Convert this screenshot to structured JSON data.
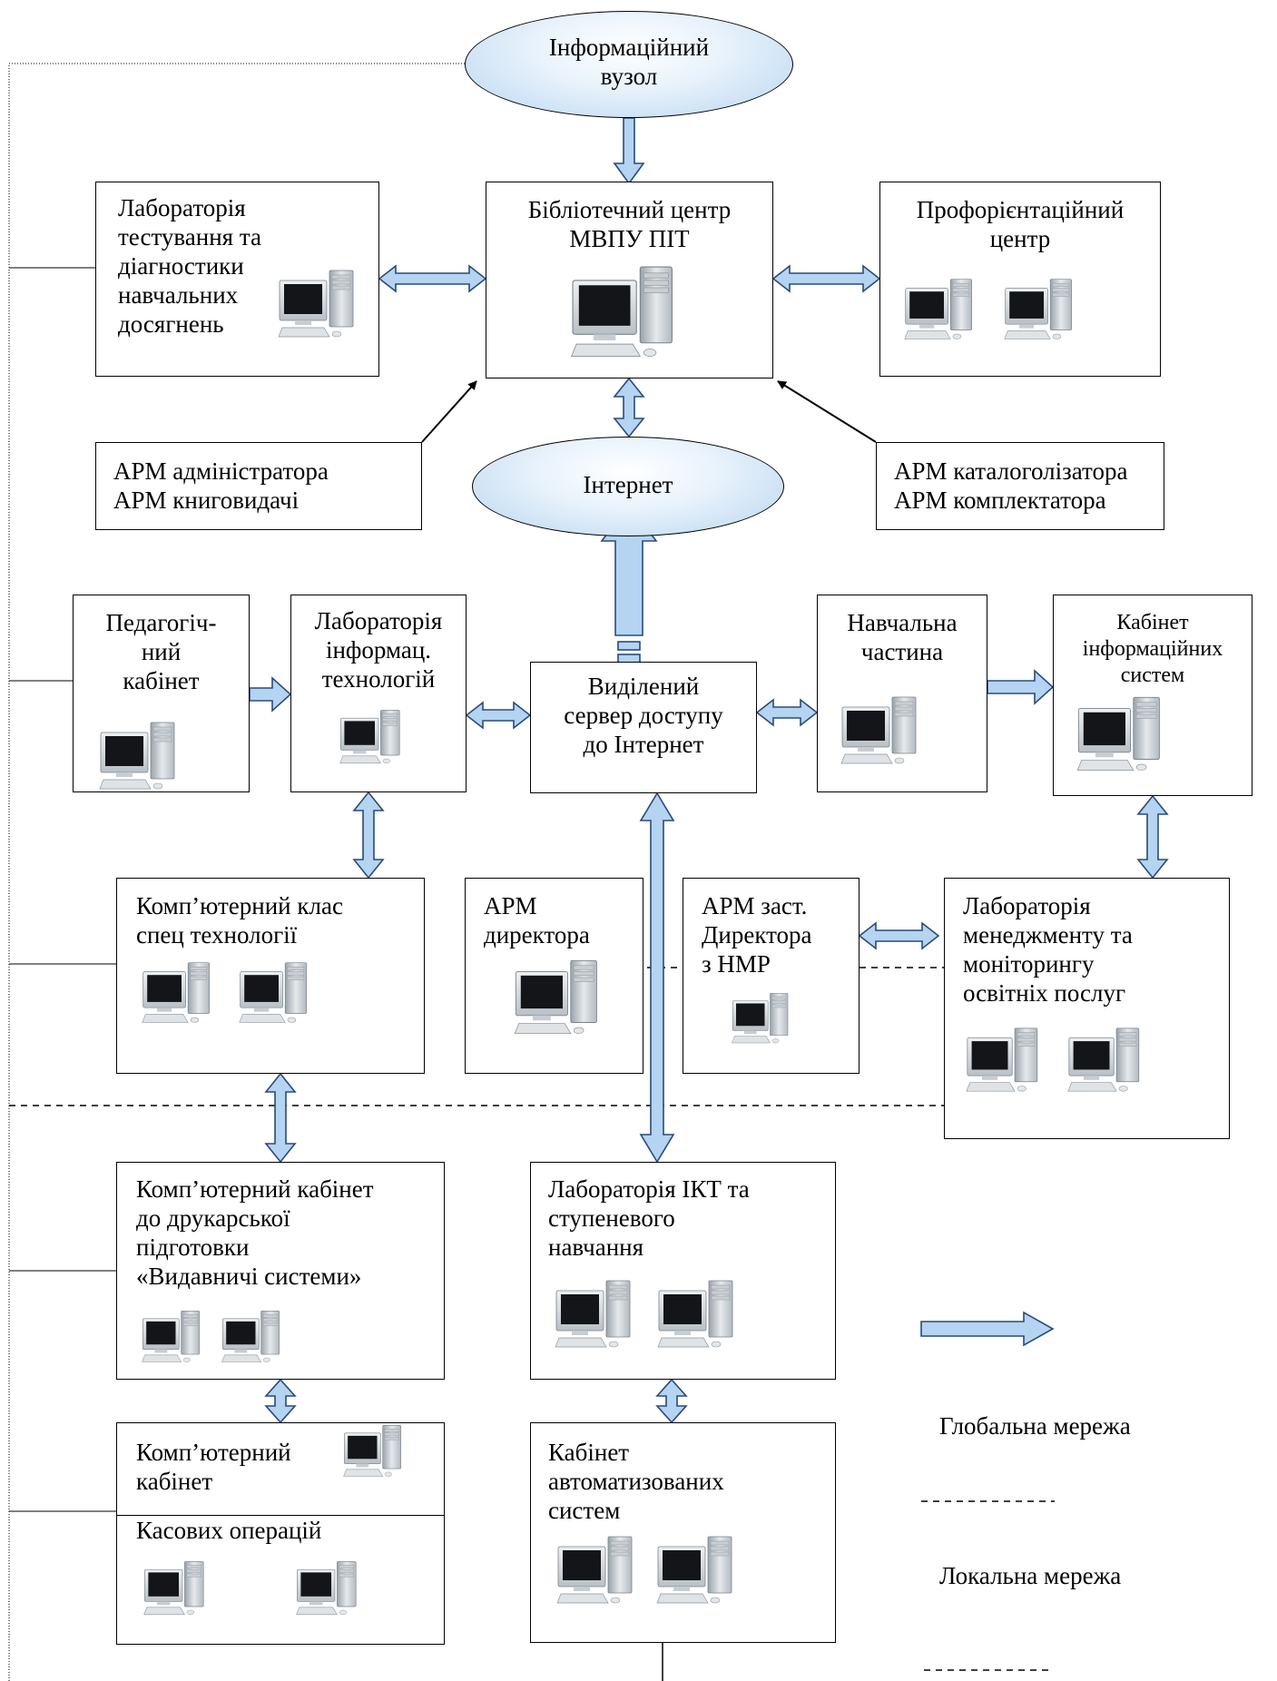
{
  "nodes": {
    "info_node": "Інформаційний\nвузол",
    "library": "Бібліотечний центр\nМВПУ ПІТ",
    "testing_lab": "Лабораторія\nтестування та\nдіагностики\nнавчальних\nдосягнень",
    "career_center": "Профорієнтаційний\nцентр",
    "arm_admin": "АРМ адміністратора\nАРМ книговидачі",
    "arm_catalog": "АРМ каталоголізатора\nАРМ комплектатора",
    "internet": "Інтернет",
    "ped_cabinet": "Педагогіч-\nний\nкабінет",
    "it_lab": "Лабораторія\nінформац.\nтехнологій",
    "server": "Виділений\nсервер доступу\nдо Інтернет",
    "academic_dept": "Навчальна\nчастина",
    "is_cabinet": "Кабінет\nінформаційних\nсистем",
    "comp_class": "Комп’ютерний клас\nспец технології",
    "arm_director": "АРМ\nдиректора",
    "arm_deputy": "АРМ заст.\nДиректора\nз НМР",
    "mgmt_lab": "Лабораторія\nменеджменту та\nмоніторингу\nосвітніх послуг",
    "print_cabinet": "Комп’ютерний кабінет\nдо друкарської\nпідготовки\n«Видавничі системи»",
    "ict_lab": "Лабораторія ІКТ та\nступеневого\nнавчання",
    "comp_cabinet": "Комп’ютерний\nкабінет",
    "cash_ops": "Касових операцій",
    "auto_cabinet": "Кабінет\nавтоматизованих\nсистем"
  },
  "legend": {
    "global": "Глобальна мережа",
    "local": "Локальна мережа"
  },
  "colors": {
    "arrow_fill": "#b4d4f2",
    "arrow_stroke": "#2a4b78",
    "ellipse_fill": "#c6ddf3"
  }
}
